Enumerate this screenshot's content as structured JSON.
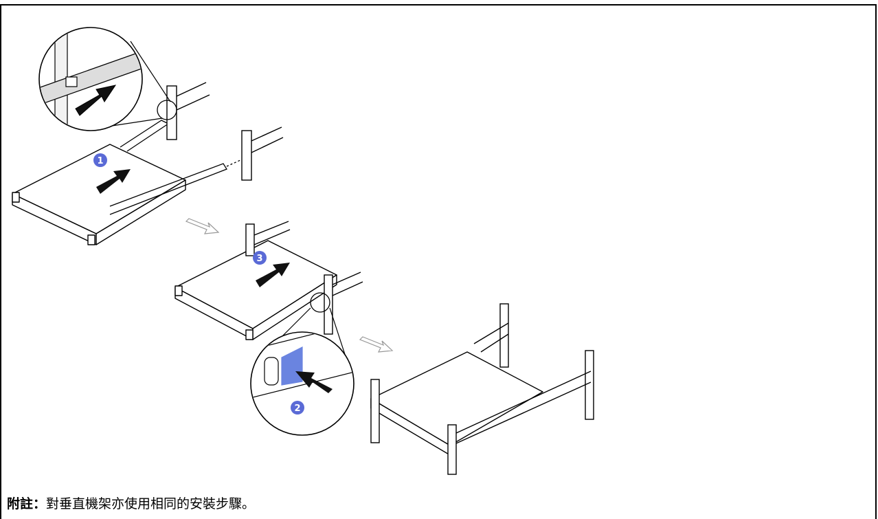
{
  "steps": [
    {
      "number": "1"
    },
    {
      "number": "2"
    },
    {
      "number": "3"
    }
  ],
  "colors": {
    "marker": "#5a6ad6",
    "latch": "#6a84e0",
    "line": "#000000",
    "flow_arrow": "#bdbdbd"
  },
  "icons": [
    "push-arrow-icon",
    "flow-arrow-icon",
    "magnifier-callout"
  ],
  "note": {
    "label": "附註：",
    "text": "對垂直機架亦使用相同的安裝步驟。"
  }
}
